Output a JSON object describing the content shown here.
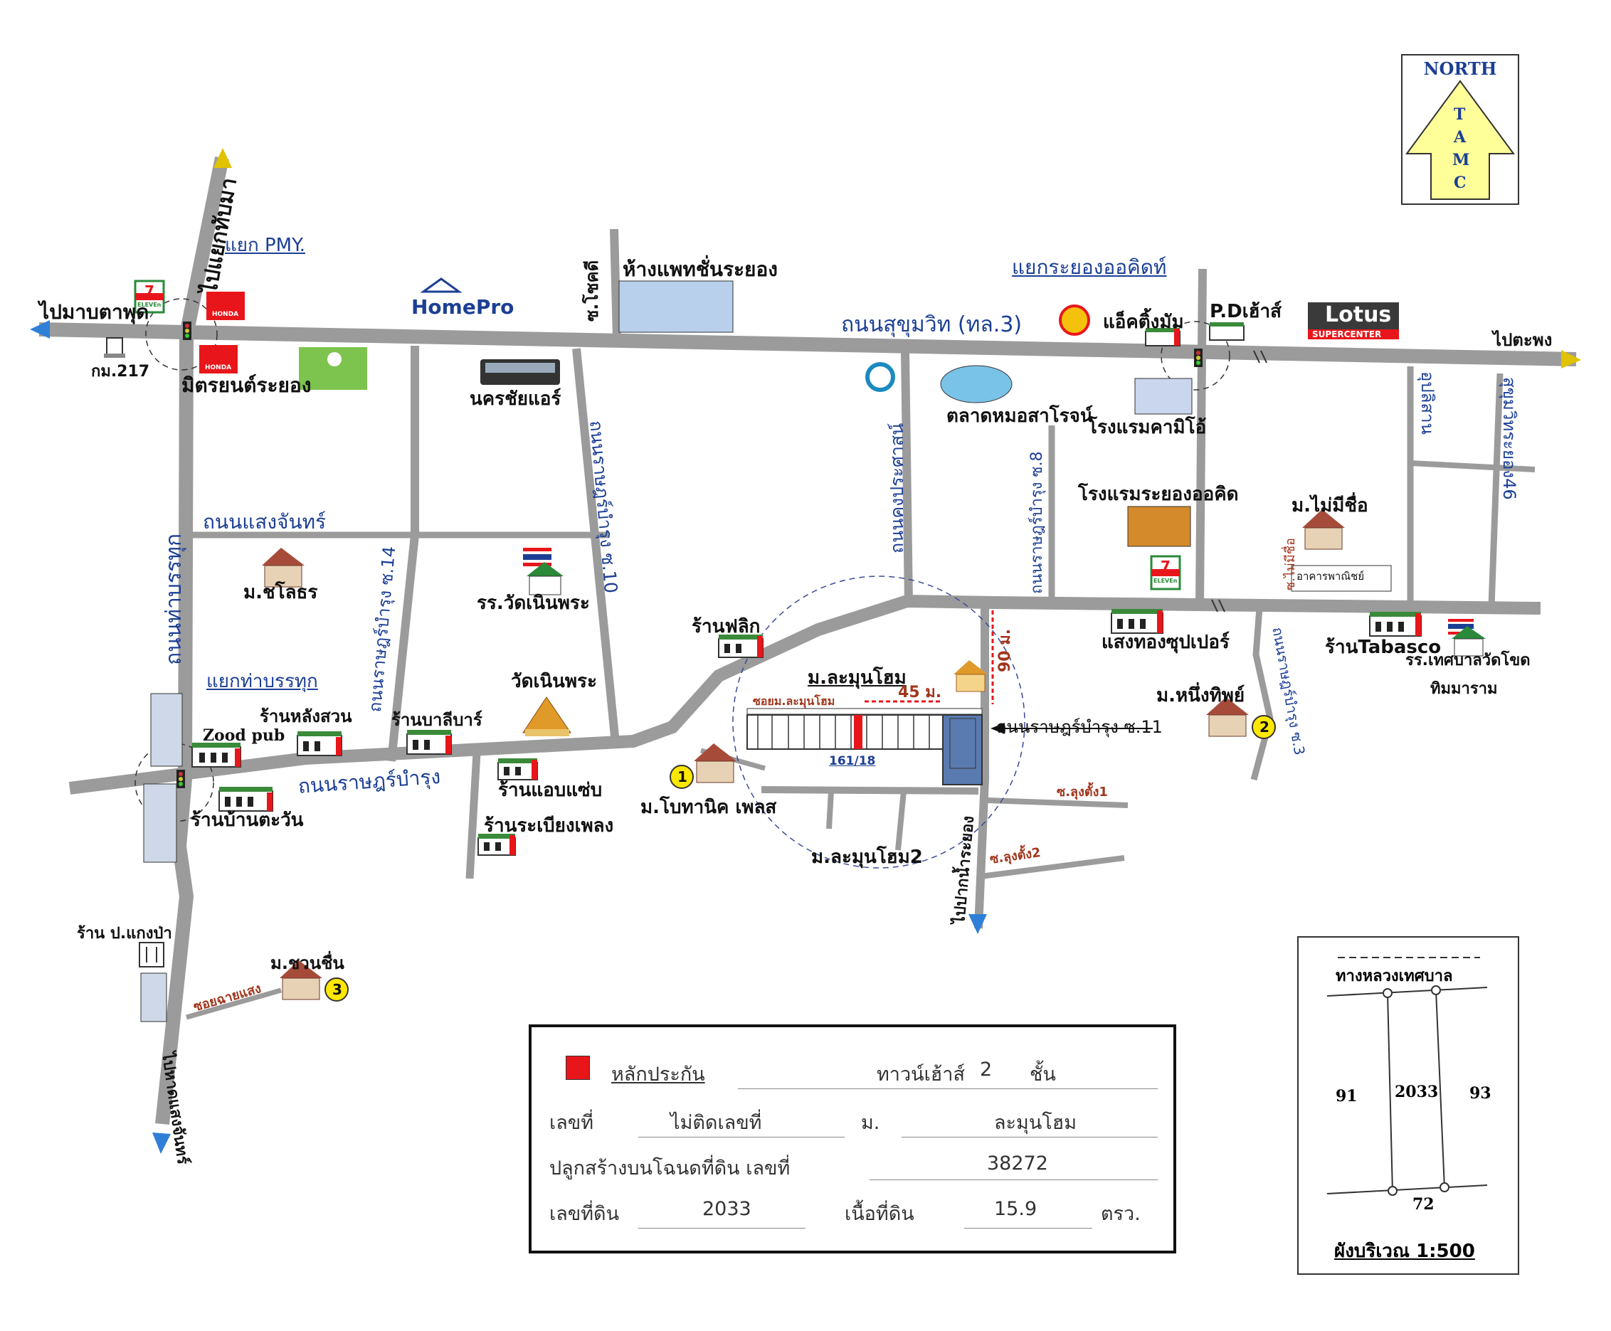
{
  "labels": {
    "to_yaek_tap_ma": "ไปแยกทับมา",
    "yaek_pmy": "แยก PMY.",
    "to_map_ta_phut": "ไปมาบตาพุด",
    "km217": "กม.217",
    "mitsayon_rayong": "มิตรยนต์ระยอง",
    "homepro": "HomePro",
    "soi_chokdi": "ซ.โชคดี",
    "department_store": "ห้างแพทชั่นระยอง",
    "nakhon_chai_air": "นครชัยแอร์",
    "sukhumvit_road": "ถนนสุขุมวิท (ทล.3)",
    "yaek_rayong_orchid": "แยกระยองออคิดท์",
    "exciting_mum": "แอ็คติ้งมัม",
    "pd_house": "P.Dเฮ้าส์",
    "lotus": "Lotus",
    "lotus_sub": "SUPERCENTER",
    "to_ta_phong": "ไปตะพง",
    "talat_mo": "ตลาดหมอสาโรจน์",
    "hotel_kamio": "โรงแรมคามิโอ้",
    "hotel_rayong_orchid": "โรงแรมระยองออคิด",
    "m_mai_mi_chue": "ม.ไม่มีชื่อ",
    "sang_chan_road": "ถนนแสงจันทร์",
    "m_chonlathon": "ม.ชโลธร",
    "rat_bamrung_14": "ถนนราษฎร์บำรุง ซ.14",
    "rr_wat_noen_phra": "รร.วัดเนินพระ",
    "rat_bamrung_10": "ถนนราษฎร์บำรุง ซ.10",
    "khong_prasat": "ถนนคงประศาสน์",
    "rat_bamrung_8": "ถนนราษฎร์บำรุง ซ.8",
    "tha_ban_ruk_road": "ถนนท่าบรรทุก",
    "upalisan": "อุปลิสาน",
    "sukhumvit_46": "สุขุมวิทระยอง46",
    "commercial_building": "อาคารพาณิชย์",
    "soi_mai": "ซ.ไม่มีชื่อ",
    "saeng_thong_super": "แสงทองซุปเปอร์",
    "ran_tabasco": "ร้านTabasco",
    "rr_thetsaban": "รร.เทศบาลวัดโขด",
    "thimmaram": "ทิมมาราม",
    "ran_flik": "ร้านฟลิก",
    "m_lamun_home": "ม.ละมุนโฮม",
    "dist_90": "90 ม.",
    "dist_45": "45 ม.",
    "soi_lamun_home": "ซอยม.ละมุนโฮม",
    "plot_no": "161/18",
    "rat_bamrung_11": "ถนนราษฎร์บำรุง ซ.11",
    "m_nueng_thip": "ม.หนึ่งทิพย์",
    "rat_bamrung_3": "ถนนราษฎร์บำรุง ซ.3",
    "yaek_tha_ban_ruk": "แยกท่าบรรทุก",
    "ran_lang_suan": "ร้านหลังสวน",
    "zood_pub": "Zood pub",
    "ran_bali_bar": "ร้านบาลีบาร์",
    "wat_noen_phra": "วัดเนินพระ",
    "rat_bamrung_road": "ถนนราษฎร์บำรุง",
    "ran_baan_tawan": "ร้านบ้านตะวัน",
    "ran_aeb_saep": "ร้านแอบแซ่บ",
    "ran_rabiang_phleng": "ร้านระเบียงเพลง",
    "m_botanic_place": "ม.โบทานิค เพลส",
    "soi_lung_tang_1": "ซ.ลุงตั้ง1",
    "soi_lung_tang_2": "ซ.ลุงตั้ง2",
    "m_lamun_home_2": "ม.ละมุนโฮม2",
    "to_pak_nam_rayong": "ไปปากน้ำระยอง",
    "ran_kaeng_pa": "ร้าน ป.แกงป่า",
    "m_chuan_chuen": "ม.ชวนชื่น",
    "soi_chai_saeng": "ซอยฉายแสง",
    "to_hat_saeng_chan": "ไปหาดแสงจันทร์",
    "seven_eleven": "7",
    "seven_sub": "ELEVEn",
    "honda": "HONDA",
    "marker_1": "1",
    "marker_2": "2",
    "marker_3": "3"
  },
  "north_box": {
    "title": "NORTH",
    "letters": [
      "T",
      "A",
      "M",
      "C"
    ]
  },
  "legend": {
    "collateral": "หลักประกัน",
    "townhouse": "ทาวน์เฮ้าส์",
    "floors_value": "2",
    "floors_unit": "ชั้น",
    "house_no_label": "เลขที่",
    "house_no_value": "ไม่ติดเลขที่",
    "village_label": "ม.",
    "village_value": "ละมุนโฮม",
    "deed_label": "ปลูกสร้างบนโฉนดที่ดิน เลขที่",
    "deed_value": "38272",
    "land_no_label": "เลขที่ดิน",
    "land_no_value": "2033",
    "area_label": "เนื้อที่ดิน",
    "area_value": "15.9",
    "area_unit": "ตรว."
  },
  "plan": {
    "road": "ทางหลวงเทศบาล",
    "left": "91",
    "center": "2033",
    "right": "93",
    "bottom": "72",
    "scale": "ผังบริเวณ 1:500"
  },
  "colors": {
    "road": "#9b9b9b",
    "label_blue": "#1c3f95",
    "label_brown": "#a0361d",
    "collateral_red": "#e8161b",
    "north_arrow": "#ffff99",
    "marker": "#ffe800"
  }
}
